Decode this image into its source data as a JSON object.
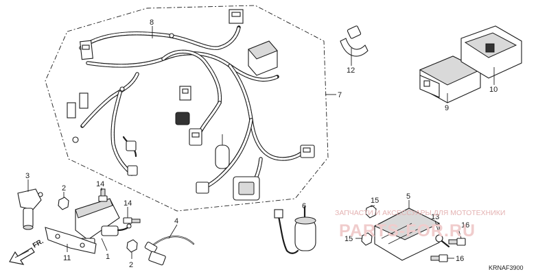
{
  "diagram": {
    "callouts": [
      {
        "id": "c8",
        "text": "8"
      },
      {
        "id": "c7",
        "text": "7"
      },
      {
        "id": "c12",
        "text": "12"
      },
      {
        "id": "c10",
        "text": "10"
      },
      {
        "id": "c9",
        "text": "9"
      },
      {
        "id": "c3",
        "text": "3"
      },
      {
        "id": "c2a",
        "text": "2"
      },
      {
        "id": "c14a",
        "text": "14"
      },
      {
        "id": "c14b",
        "text": "14"
      },
      {
        "id": "c4",
        "text": "4"
      },
      {
        "id": "c6",
        "text": "6"
      },
      {
        "id": "c5",
        "text": "5"
      },
      {
        "id": "c15a",
        "text": "15"
      },
      {
        "id": "c13",
        "text": "13"
      },
      {
        "id": "c16a",
        "text": "16"
      },
      {
        "id": "c15b",
        "text": "15"
      },
      {
        "id": "c16b",
        "text": "16"
      },
      {
        "id": "c11",
        "text": "11"
      },
      {
        "id": "c1",
        "text": "1"
      },
      {
        "id": "c2b",
        "text": "2"
      }
    ],
    "direction_marker": "FR.",
    "diagram_code": "KRNAF3900",
    "watermark": {
      "tagline": "ЗАПЧАСТИ И АКСЕССУАРЫ ДЛЯ МОТОТЕХНИКИ",
      "brand": "PARTS-FOR.RU"
    },
    "colors": {
      "line": "#1a1a1a",
      "watermark": "#e4b2b2"
    }
  }
}
